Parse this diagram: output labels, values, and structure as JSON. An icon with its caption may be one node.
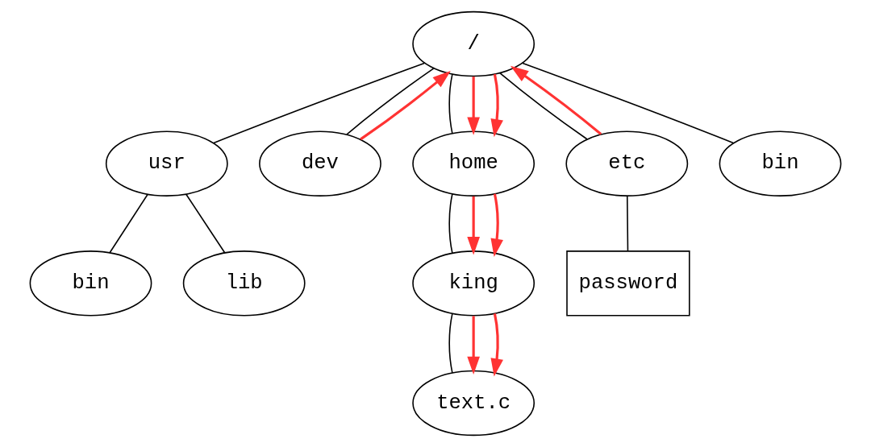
{
  "diagram": {
    "nodes": [
      {
        "text": [
          "/"
        ]
      },
      {
        "text": [
          "usr"
        ]
      },
      {
        "text": [
          "dev"
        ]
      },
      {
        "text": [
          "home"
        ]
      },
      {
        "text": [
          "etc"
        ]
      },
      {
        "text": [
          "bin"
        ]
      },
      {
        "text": [
          "bin"
        ]
      },
      {
        "text": [
          "lib"
        ]
      },
      {
        "text": [
          "king"
        ]
      },
      {
        "text": [
          "password"
        ]
      },
      {
        "text": [
          "text.c"
        ]
      }
    ],
    "edges": [
      {
        "from": 0,
        "to": 1,
        "arrow": "none"
      },
      {
        "from": 0,
        "to": 2,
        "arrow": "none"
      },
      {
        "from": 0,
        "to": 3,
        "arrow": "none"
      },
      {
        "from": 0,
        "to": 4,
        "arrow": "none"
      },
      {
        "from": 0,
        "to": 5,
        "arrow": "none"
      },
      {
        "from": 1,
        "to": 6,
        "arrow": "none"
      },
      {
        "from": 1,
        "to": 7,
        "arrow": "none"
      },
      {
        "from": 3,
        "to": 8,
        "arrow": "none"
      },
      {
        "from": 4,
        "to": 9,
        "arrow": "none"
      },
      {
        "from": 8,
        "to": 10,
        "arrow": "none"
      },
      {
        "from": 2,
        "to": 0,
        "arrow": "to",
        "color": "#ff3333"
      },
      {
        "from": 0,
        "to": 3,
        "arrow": "to",
        "color": "#ff3333"
      },
      {
        "from": 0,
        "to": 3,
        "arrow": "to",
        "color": "#ff3333"
      },
      {
        "from": 4,
        "to": 0,
        "arrow": "to",
        "color": "#ff3333"
      },
      {
        "from": 3,
        "to": 8,
        "arrow": "to",
        "color": "#ff3333"
      },
      {
        "from": 3,
        "to": 8,
        "arrow": "to",
        "color": "#ff3333"
      },
      {
        "from": 8,
        "to": 10,
        "arrow": "to",
        "color": "#ff3333"
      },
      {
        "from": 8,
        "to": 10,
        "arrow": "to",
        "color": "#ff3333"
      }
    ]
  }
}
